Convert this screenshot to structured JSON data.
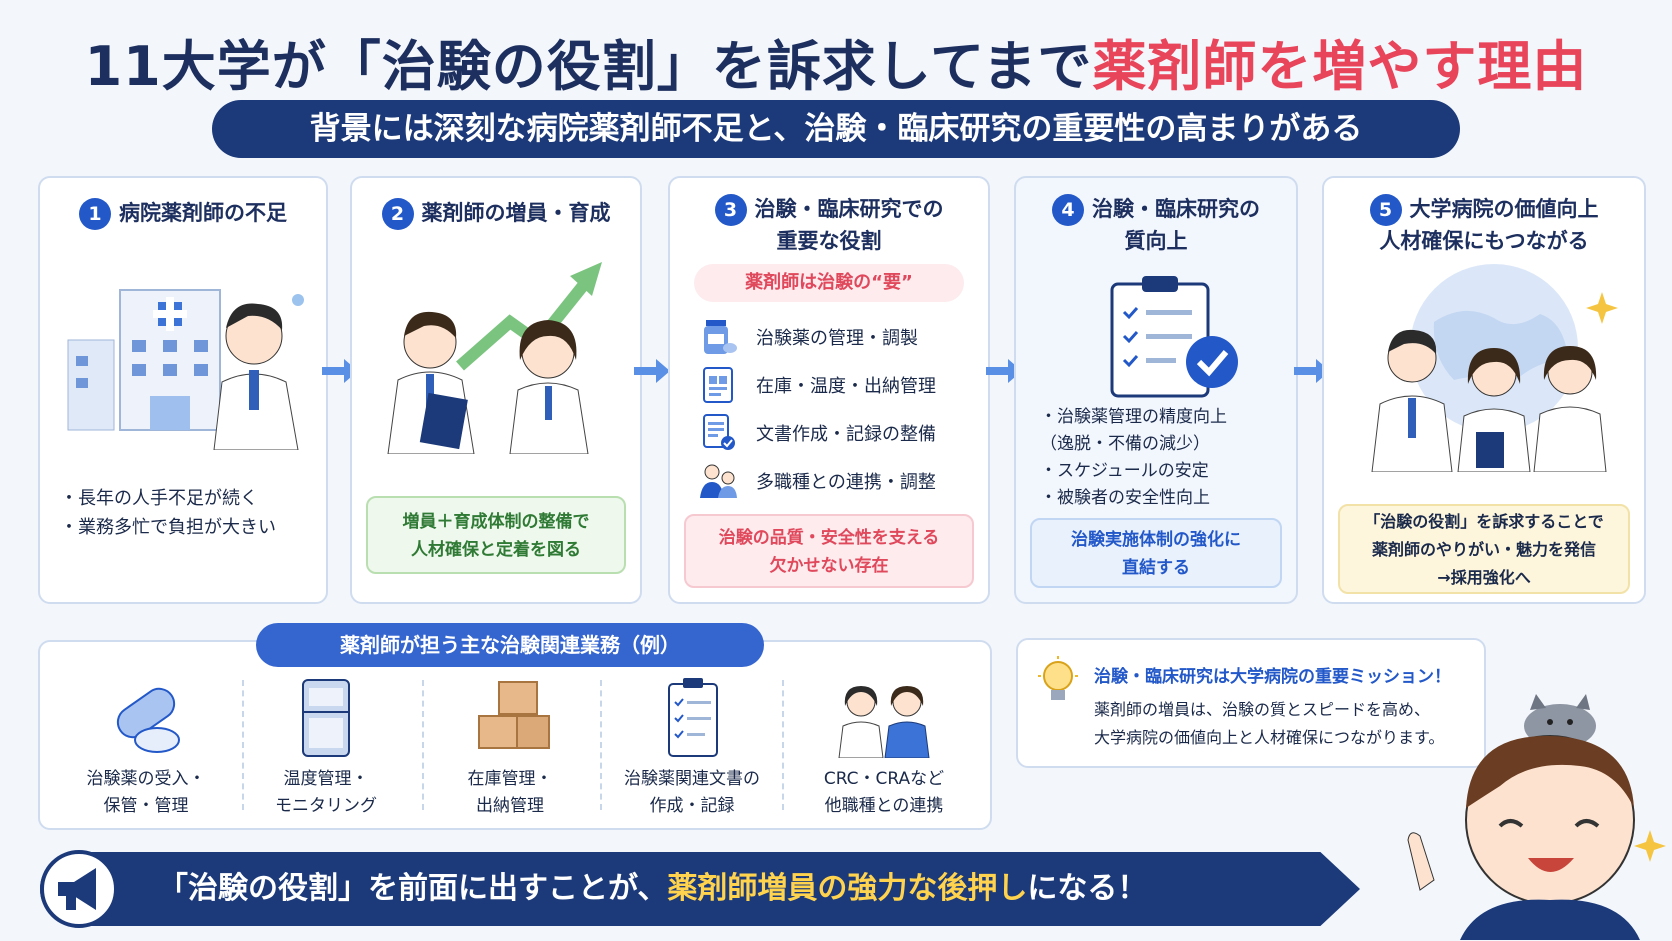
{
  "header": {
    "title_main": "11大学が「治験の役割」を訴求してまで",
    "title_accent": "薬剤師を増やす理由",
    "subtitle": "背景には深刻な病院薬剤師不足と、治験・臨床研究の重要性の高まりがある"
  },
  "steps": [
    {
      "num": "1",
      "title": "病院薬剤師の不足",
      "bullets": [
        "・長年の人手不足が続く",
        "・業務多忙で負担が大きい"
      ]
    },
    {
      "num": "2",
      "title": "薬剤師の増員・育成",
      "box": [
        "増員＋育成体制の整備で",
        "人材確保と定着を図る"
      ]
    },
    {
      "num": "3",
      "title_lines": [
        "治験・臨床研究での",
        "重要な役割"
      ],
      "badge": "薬剤師は治験の“要”",
      "tasks": [
        "治験薬の管理・調製",
        "在庫・温度・出納管理",
        "文書作成・記録の整備",
        "多職種との連携・調整"
      ],
      "box": [
        "治験の品質・安全性を支える",
        "欠かせない存在"
      ]
    },
    {
      "num": "4",
      "title_lines": [
        "治験・臨床研究の",
        "質向上"
      ],
      "bullets": [
        "・治験薬管理の精度向上",
        "（逸脱・不備の減少）",
        "・スケジュールの安定",
        "・被験者の安全性向上"
      ],
      "box": [
        "治験実施体制の強化に",
        "直結する"
      ]
    },
    {
      "num": "5",
      "title_lines": [
        "大学病院の価値向上",
        "人材確保にもつながる"
      ],
      "box": [
        "「治験の役割」を訴求することで",
        "薬剤師のやりがい・魅力を発信",
        "→採用強化へ"
      ]
    }
  ],
  "duties": {
    "tab": "薬剤師が担う主な治験関連業務（例）",
    "items": [
      {
        "icon": "capsule-icon",
        "lines": [
          "治験薬の受入・",
          "保管・管理"
        ]
      },
      {
        "icon": "refrigerator-icon",
        "lines": [
          "温度管理・",
          "モニタリング"
        ]
      },
      {
        "icon": "boxes-icon",
        "lines": [
          "在庫管理・",
          "出納管理"
        ]
      },
      {
        "icon": "clipboard-icon",
        "lines": [
          "治験薬関連文書の",
          "作成・記録"
        ]
      },
      {
        "icon": "staff-icon",
        "lines": [
          "CRC・CRAなど",
          "他職種との連携"
        ]
      }
    ]
  },
  "mission": {
    "title": "治験・臨床研究は大学病院の重要ミッション！",
    "body": [
      "薬剤師の増員は、治験の質とスピードを高め、",
      "大学病院の価値向上と人材確保につながります。"
    ]
  },
  "banner": {
    "pre": "「治験の役割」を前面に出すことが、",
    "highlight": "薬剤師増員の強力な後押し",
    "post": "になる！"
  },
  "colors": {
    "navy": "#1c3a7a",
    "accent_red": "#e8445a",
    "blue": "#2358c9",
    "yellow": "#ffd34d"
  }
}
